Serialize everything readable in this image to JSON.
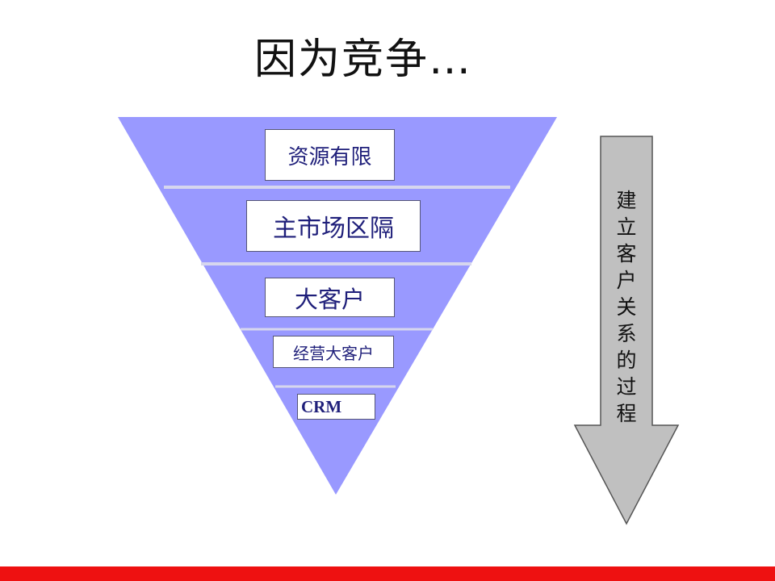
{
  "slide": {
    "title": "因为竞争…"
  },
  "funnel": {
    "levels": [
      {
        "label": "资源有限"
      },
      {
        "label": "主市场区隔"
      },
      {
        "label": "大客户"
      },
      {
        "label": "经营大客户"
      },
      {
        "label": "CRM"
      }
    ]
  },
  "side_arrow": {
    "chars": [
      "建",
      "立",
      "客",
      "户",
      "关",
      "系",
      "的",
      "过",
      "程"
    ]
  },
  "colors": {
    "funnel_fill": "#9999ff",
    "separator": "#d6d6ee",
    "label_text": "#1f1f7a",
    "arrow_fill": "#c0c0c0",
    "accent_bar": "#ee1111"
  }
}
